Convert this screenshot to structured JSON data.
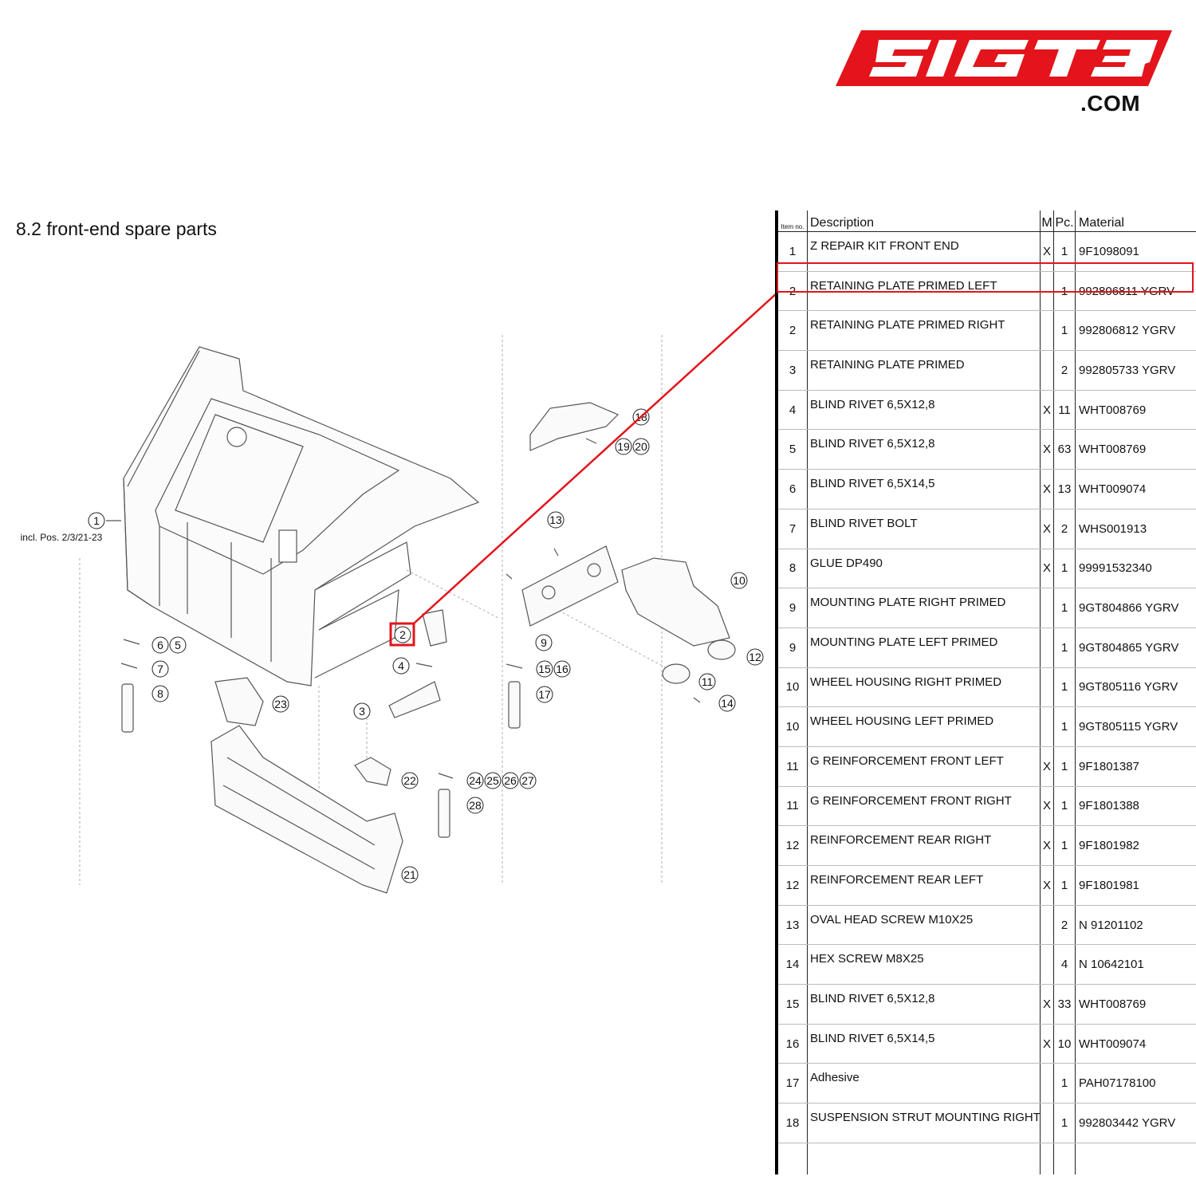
{
  "brand": {
    "logo_text": "51GT3",
    "domain_suffix": ".COM",
    "accent": "#e3141b"
  },
  "page": {
    "section_title": "8.2  front-end spare parts"
  },
  "diagram": {
    "callouts": [
      "1",
      "2",
      "3",
      "4",
      "5",
      "6",
      "7",
      "8",
      "9",
      "10",
      "11",
      "12",
      "13",
      "14",
      "15",
      "16",
      "17",
      "18",
      "19",
      "20",
      "21",
      "22",
      "23",
      "24",
      "25",
      "26",
      "27",
      "28"
    ],
    "note": "incl. Pos. 2/3/21-23"
  },
  "table": {
    "headers": {
      "item": "Item no.",
      "description": "Description",
      "m": "M",
      "pc": "Pc.",
      "material": "Material"
    },
    "rows": [
      {
        "item": "1",
        "description": "Z REPAIR KIT FRONT END",
        "m": "X",
        "pc": "1",
        "material": "9F1098091"
      },
      {
        "item": "2",
        "description": "RETAINING PLATE PRIMED LEFT",
        "m": "",
        "pc": "1",
        "material": "992806811 YGRV"
      },
      {
        "item": "2",
        "description": "RETAINING PLATE PRIMED RIGHT",
        "m": "",
        "pc": "1",
        "material": "992806812 YGRV"
      },
      {
        "item": "3",
        "description": "RETAINING PLATE PRIMED",
        "m": "",
        "pc": "2",
        "material": "992805733 YGRV"
      },
      {
        "item": "4",
        "description": "BLIND RIVET 6,5X12,8",
        "m": "X",
        "pc": "11",
        "material": "WHT008769"
      },
      {
        "item": "5",
        "description": "BLIND RIVET 6,5X12,8",
        "m": "X",
        "pc": "63",
        "material": "WHT008769"
      },
      {
        "item": "6",
        "description": "BLIND RIVET 6,5X14,5",
        "m": "X",
        "pc": "13",
        "material": "WHT009074"
      },
      {
        "item": "7",
        "description": "BLIND RIVET BOLT",
        "m": "X",
        "pc": "2",
        "material": "WHS001913"
      },
      {
        "item": "8",
        "description": "GLUE DP490",
        "m": "X",
        "pc": "1",
        "material": "99991532340"
      },
      {
        "item": "9",
        "description": "MOUNTING PLATE RIGHT PRIMED",
        "m": "",
        "pc": "1",
        "material": "9GT804866 YGRV"
      },
      {
        "item": "9",
        "description": "MOUNTING PLATE LEFT PRIMED",
        "m": "",
        "pc": "1",
        "material": "9GT804865 YGRV"
      },
      {
        "item": "10",
        "description": "WHEEL HOUSING RIGHT PRIMED",
        "m": "",
        "pc": "1",
        "material": "9GT805116 YGRV"
      },
      {
        "item": "10",
        "description": "WHEEL HOUSING LEFT PRIMED",
        "m": "",
        "pc": "1",
        "material": "9GT805115 YGRV"
      },
      {
        "item": "11",
        "description": "G REINFORCEMENT FRONT LEFT",
        "m": "X",
        "pc": "1",
        "material": "9F1801387"
      },
      {
        "item": "11",
        "description": "G REINFORCEMENT FRONT RIGHT",
        "m": "X",
        "pc": "1",
        "material": "9F1801388"
      },
      {
        "item": "12",
        "description": "REINFORCEMENT REAR RIGHT",
        "m": "X",
        "pc": "1",
        "material": "9F1801982"
      },
      {
        "item": "12",
        "description": "REINFORCEMENT REAR LEFT",
        "m": "X",
        "pc": "1",
        "material": "9F1801981"
      },
      {
        "item": "13",
        "description": "OVAL HEAD SCREW M10X25",
        "m": "",
        "pc": "2",
        "material": "N 91201102"
      },
      {
        "item": "14",
        "description": "HEX SCREW M8X25",
        "m": "",
        "pc": "4",
        "material": "N 10642101"
      },
      {
        "item": "15",
        "description": "BLIND RIVET 6,5X12,8",
        "m": "X",
        "pc": "33",
        "material": "WHT008769"
      },
      {
        "item": "16",
        "description": "BLIND RIVET 6,5X14,5",
        "m": "X",
        "pc": "10",
        "material": "WHT009074"
      },
      {
        "item": "17",
        "description": "Adhesive",
        "m": "",
        "pc": "1",
        "material": "PAH07178100"
      },
      {
        "item": "18",
        "description": "SUSPENSION STRUT MOUNTING RIGHT",
        "m": "",
        "pc": "1",
        "material": "992803442 YGRV"
      }
    ],
    "highlighted_row_index": 1
  }
}
